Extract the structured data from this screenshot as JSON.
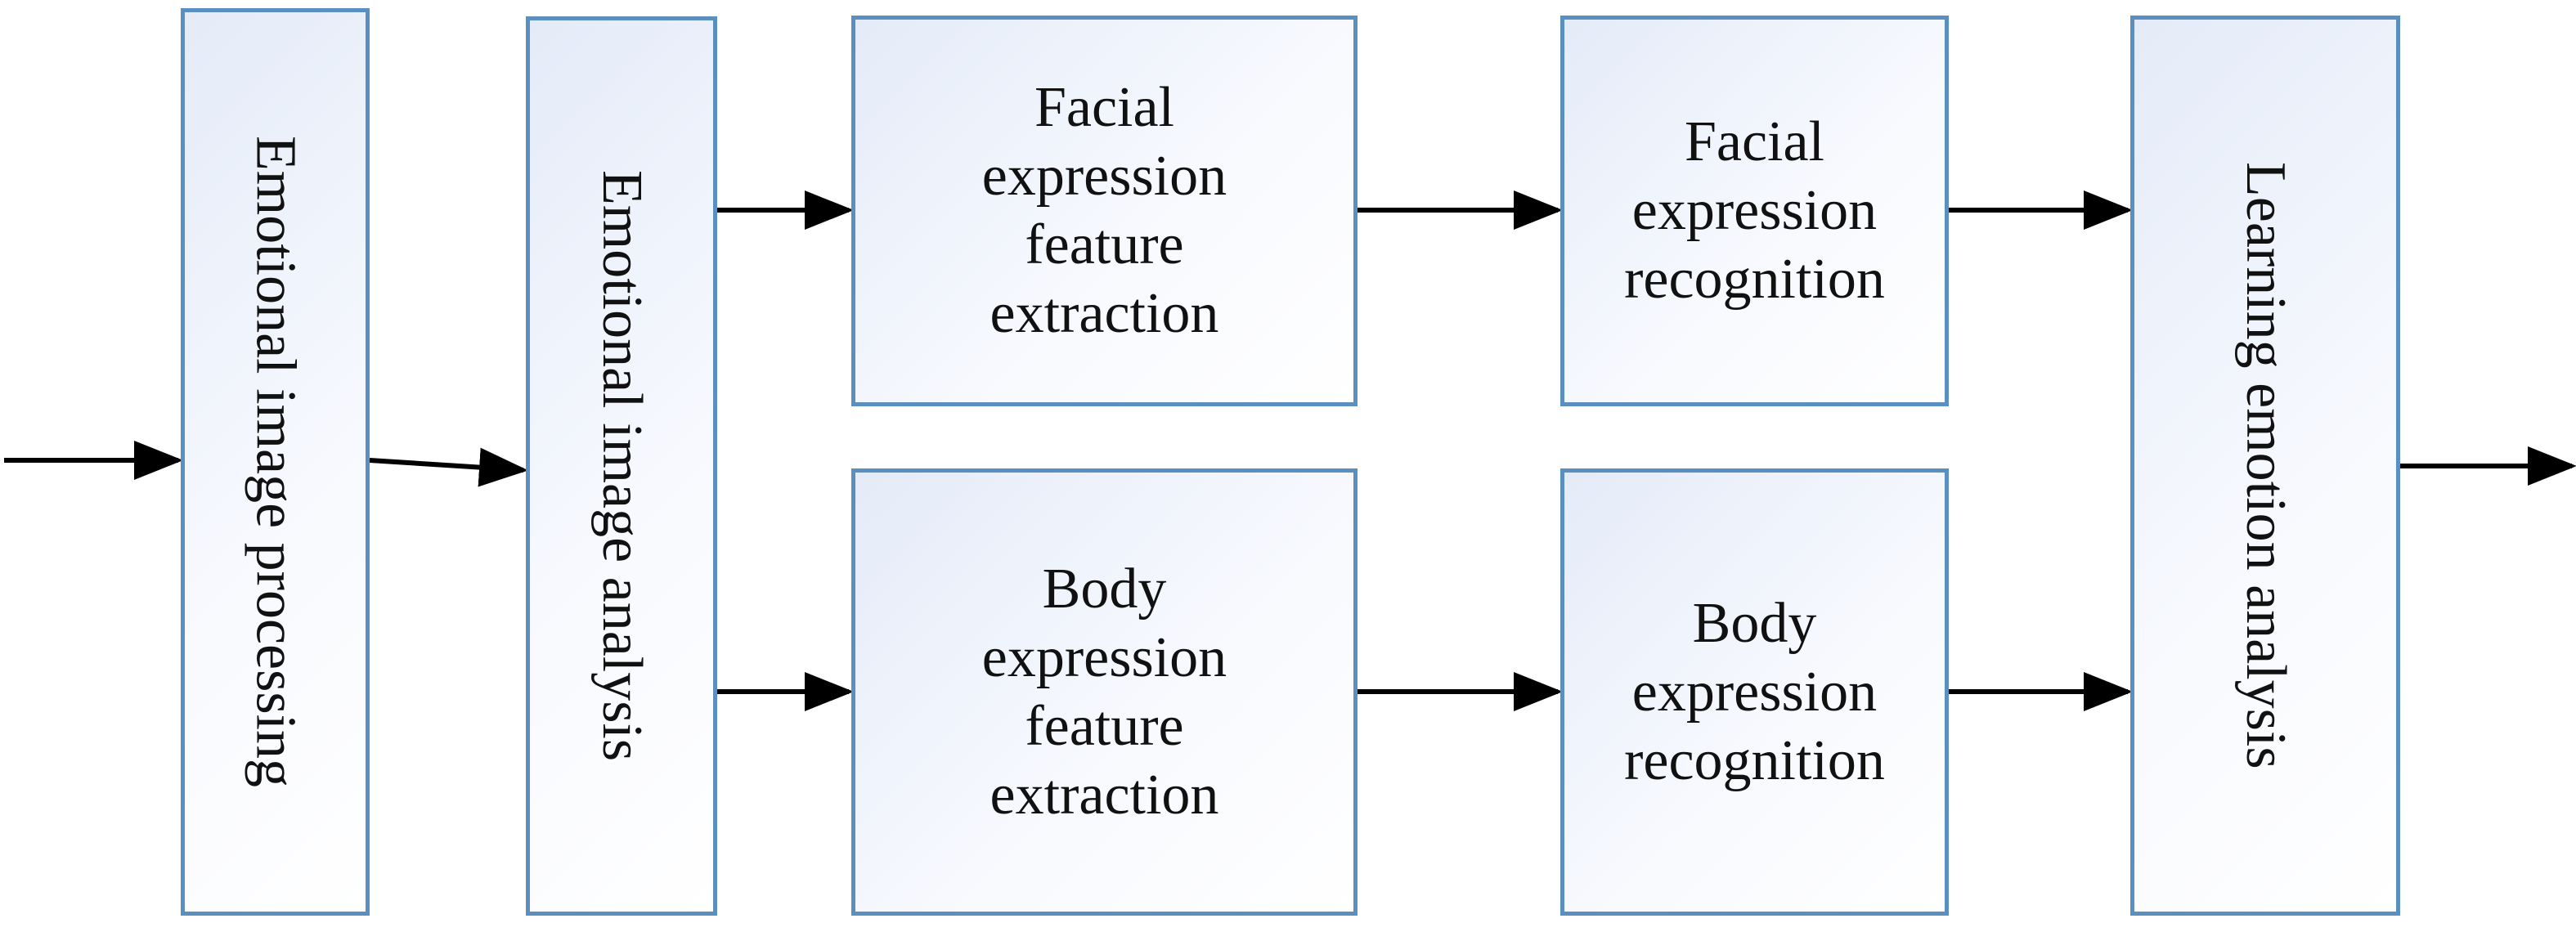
{
  "boxes": {
    "processing": "Emotional image processing",
    "analysis": "Emotional image analysis",
    "facial_feature": [
      "Facial",
      "expression",
      "feature",
      "extraction"
    ],
    "body_feature": [
      "Body",
      "expression",
      "feature",
      "extraction"
    ],
    "facial_recognition": [
      "Facial",
      "expression",
      "recognition"
    ],
    "body_recognition": [
      "Body",
      "expression",
      "recognition"
    ],
    "learning": "Learning emotion analysis"
  },
  "colors": {
    "box_border": "#5b8fc0",
    "box_fill_start": "#e4ebf8",
    "arrow": "#000000"
  }
}
